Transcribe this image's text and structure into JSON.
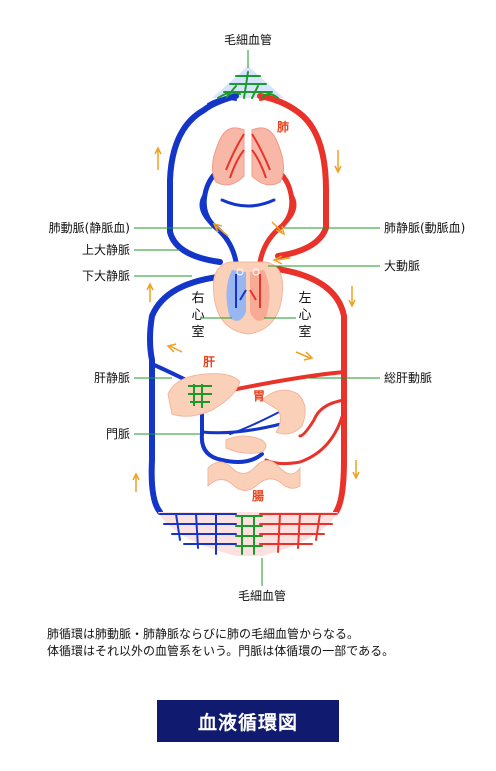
{
  "labels": {
    "capillary_top": "毛細血管",
    "capillary_bottom": "毛細血管",
    "pulmonary_artery": "肺動脈(静脈血)",
    "superior_vena_cava": "上大静脈",
    "inferior_vena_cava": "下大静脈",
    "hepatic_vein": "肝静脈",
    "portal_vein": "門脈",
    "pulmonary_vein": "肺静脈(動脈血)",
    "aorta": "大動脈",
    "common_hepatic_artery": "総肝動脈"
  },
  "organs": {
    "lung": "肺",
    "liver": "肝",
    "stomach": "胃",
    "intestine": "腸"
  },
  "heart": {
    "right_ventricle": [
      "右",
      "心",
      "室"
    ],
    "left_ventricle": [
      "左",
      "心",
      "室"
    ]
  },
  "caption": {
    "line1": "肺循環は肺動脈・肺静脈ならびに肺の毛細血管からなる。",
    "line2": "体循環はそれ以外の血管系をいう。門脈は体循環の一部である。"
  },
  "title": "血液循環図",
  "colors": {
    "venous": "#1436c8",
    "arterial": "#e8322a",
    "capillary": "#1c9a2a",
    "flow_arrow": "#f0a020",
    "organ_fill": "#fbd0b8",
    "title_bg": "#101a6e"
  }
}
